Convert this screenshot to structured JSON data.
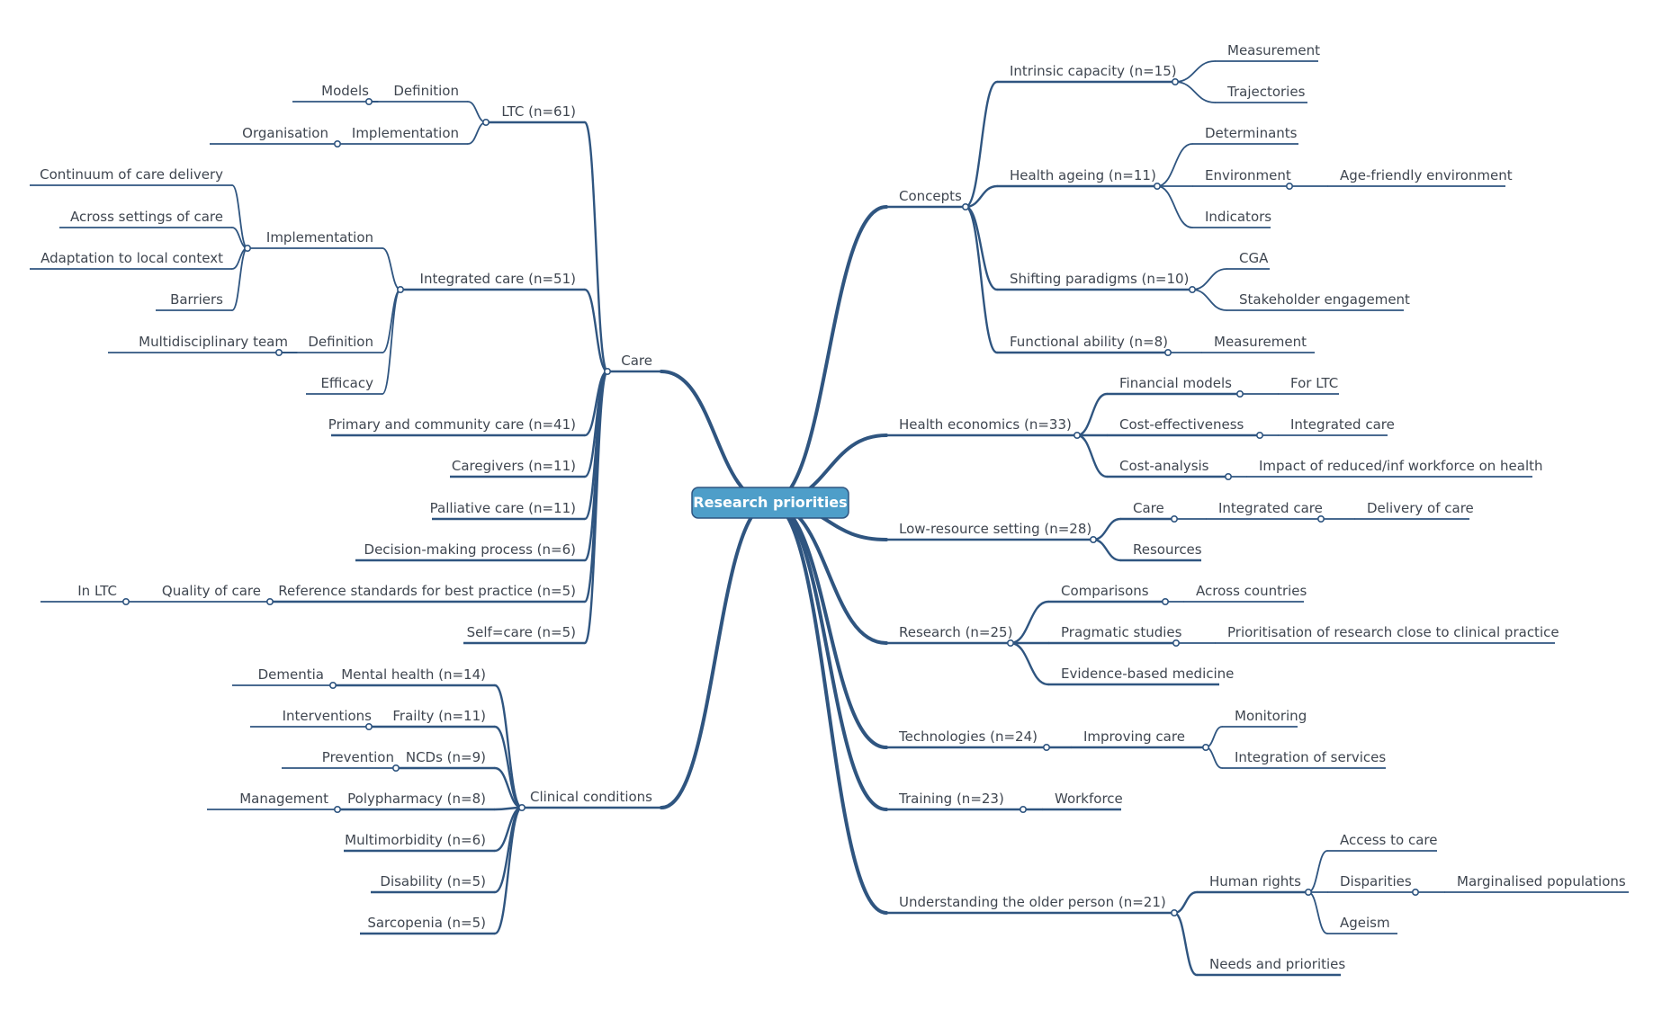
{
  "colors": {
    "line": "#2f5580",
    "text": "#3f4650",
    "root_fill": "#4e9ec9",
    "root_stroke": "#2f5580",
    "root_text": "#ffffff"
  },
  "mindmap": {
    "root": "Research priorities",
    "left": [
      {
        "label": "Care",
        "children": [
          {
            "label": "LTC (n=61)",
            "children": [
              {
                "label": "Definition",
                "children": [
                  {
                    "label": "Models"
                  }
                ]
              },
              {
                "label": "Implementation",
                "children": [
                  {
                    "label": "Organisation"
                  }
                ]
              }
            ]
          },
          {
            "label": "Integrated care (n=51)",
            "children": [
              {
                "label": "Implementation",
                "children": [
                  {
                    "label": "Continuum of care delivery"
                  },
                  {
                    "label": "Across settings of care"
                  },
                  {
                    "label": "Adaptation to local context"
                  },
                  {
                    "label": "Barriers"
                  }
                ]
              },
              {
                "label": "Definition",
                "children": [
                  {
                    "label": "Multidisciplinary team"
                  }
                ]
              },
              {
                "label": "Efficacy"
              }
            ]
          },
          {
            "label": "Primary and community care (n=41)"
          },
          {
            "label": "Caregivers (n=11)"
          },
          {
            "label": "Palliative care (n=11)"
          },
          {
            "label": "Decision-making process (n=6)"
          },
          {
            "label": "Reference standards for best practice (n=5)",
            "children": [
              {
                "label": "Quality of care",
                "children": [
                  {
                    "label": "In LTC"
                  }
                ]
              }
            ]
          },
          {
            "label": "Self=care (n=5)"
          }
        ]
      },
      {
        "label": "Clinical conditions",
        "children": [
          {
            "label": "Mental health (n=14)",
            "children": [
              {
                "label": "Dementia"
              }
            ]
          },
          {
            "label": "Frailty (n=11)",
            "children": [
              {
                "label": "Interventions"
              }
            ]
          },
          {
            "label": "NCDs (n=9)",
            "children": [
              {
                "label": "Prevention"
              }
            ]
          },
          {
            "label": "Polypharmacy (n=8)",
            "children": [
              {
                "label": "Management"
              }
            ]
          },
          {
            "label": "Multimorbidity (n=6)"
          },
          {
            "label": "Disability (n=5)"
          },
          {
            "label": "Sarcopenia (n=5)"
          }
        ]
      }
    ],
    "right": [
      {
        "label": "Concepts",
        "children": [
          {
            "label": "Intrinsic capacity (n=15)",
            "children": [
              {
                "label": "Measurement"
              },
              {
                "label": "Trajectories"
              }
            ]
          },
          {
            "label": "Health ageing (n=11)",
            "children": [
              {
                "label": "Determinants"
              },
              {
                "label": "Environment",
                "children": [
                  {
                    "label": "Age-friendly environment"
                  }
                ]
              },
              {
                "label": "Indicators"
              }
            ]
          },
          {
            "label": "Shifting paradigms (n=10)",
            "children": [
              {
                "label": "CGA"
              },
              {
                "label": "Stakeholder engagement"
              }
            ]
          },
          {
            "label": "Functional ability (n=8)",
            "children": [
              {
                "label": "Measurement"
              }
            ]
          }
        ]
      },
      {
        "label": "Health economics (n=33)",
        "children": [
          {
            "label": "Financial models",
            "children": [
              {
                "label": "For LTC"
              }
            ]
          },
          {
            "label": "Cost-effectiveness",
            "children": [
              {
                "label": "Integrated care"
              }
            ]
          },
          {
            "label": "Cost-analysis",
            "children": [
              {
                "label": "Impact of reduced/inf workforce on health"
              }
            ]
          }
        ]
      },
      {
        "label": "Low-resource setting (n=28)",
        "children": [
          {
            "label": "Care",
            "children": [
              {
                "label": "Integrated care",
                "children": [
                  {
                    "label": "Delivery of care"
                  }
                ]
              }
            ]
          },
          {
            "label": "Resources"
          }
        ]
      },
      {
        "label": "Research (n=25)",
        "children": [
          {
            "label": "Comparisons",
            "children": [
              {
                "label": "Across countries"
              }
            ]
          },
          {
            "label": "Pragmatic studies",
            "children": [
              {
                "label": "Prioritisation of research close to clinical practice"
              }
            ]
          },
          {
            "label": "Evidence-based medicine"
          }
        ]
      },
      {
        "label": "Technologies (n=24)",
        "children": [
          {
            "label": "Improving care",
            "children": [
              {
                "label": "Monitoring"
              },
              {
                "label": "Integration of services"
              }
            ]
          }
        ]
      },
      {
        "label": "Training (n=23)",
        "children": [
          {
            "label": "Workforce"
          }
        ]
      },
      {
        "label": "Understanding the older person (n=21)",
        "children": [
          {
            "label": "Human rights",
            "children": [
              {
                "label": "Access to care"
              },
              {
                "label": "Disparities",
                "children": [
                  {
                    "label": "Marginalised populations"
                  }
                ]
              },
              {
                "label": "Ageism"
              }
            ]
          },
          {
            "label": "Needs and priorities"
          }
        ]
      }
    ]
  }
}
